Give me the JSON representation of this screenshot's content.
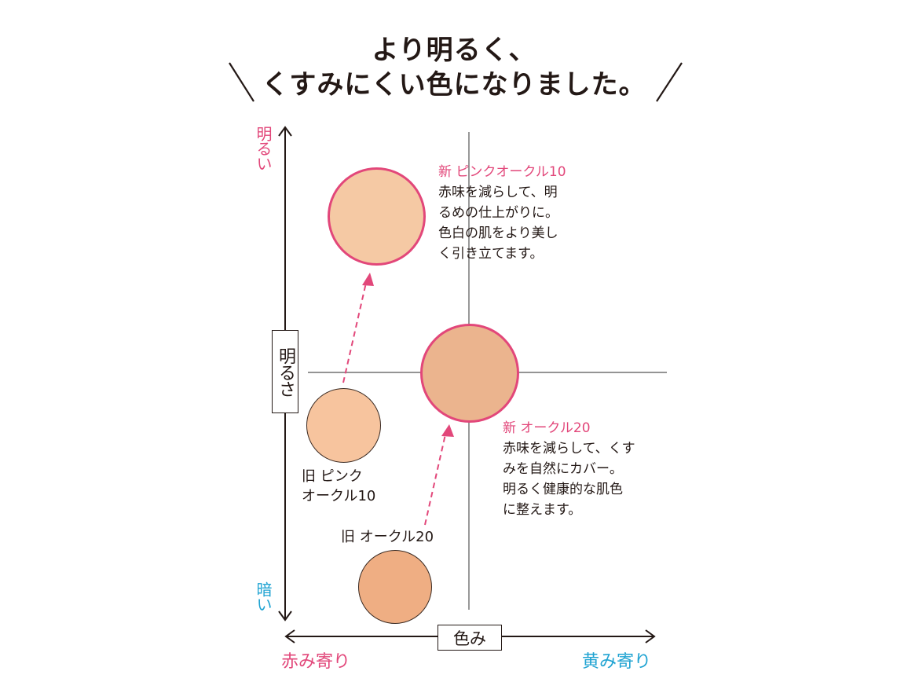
{
  "title": {
    "line1": "より明るく、",
    "line2": "くすみにくい色になりました。",
    "left_deco": "＼",
    "right_deco": "／"
  },
  "axes": {
    "vertical": {
      "center_label": "明るさ",
      "top_label": "明るい",
      "bottom_label": "暗い",
      "top_color": "#e2477a",
      "bottom_color": "#1fa3d2"
    },
    "horizontal": {
      "center_label": "色み",
      "left_label": "赤み寄り",
      "right_label": "黄み寄り",
      "left_color": "#e2477a",
      "right_color": "#1fa3d2"
    }
  },
  "swatches": {
    "new_pink_ochre_10": {
      "name": "新 ピンクオークル10",
      "description": [
        "赤味を減らして、明",
        "るめの仕上がりに。",
        "色白の肌をより美し",
        "く引き立てます。"
      ],
      "fill": "#f5c9a4",
      "border": "#e2477a"
    },
    "new_ochre_20": {
      "name": "新 オークル20",
      "description": [
        "赤味を減らして、くす",
        "みを自然にカバー。",
        "明るく健康的な肌色",
        "に整えます。"
      ],
      "fill": "#ebb48e",
      "border": "#e2477a"
    },
    "old_pink_ochre_10": {
      "name_line1": "旧 ピンク",
      "name_line2": "オークル10",
      "fill": "#f7c49e",
      "border": "#3a2a22"
    },
    "old_ochre_20": {
      "name": "旧 オークル20",
      "fill": "#efae83",
      "border": "#3a2a22"
    }
  },
  "colors": {
    "accent_pink": "#e2477a",
    "accent_cyan": "#1fa3d2",
    "text": "#231815",
    "axis_line": "#231815",
    "grid_line": "#555555"
  }
}
